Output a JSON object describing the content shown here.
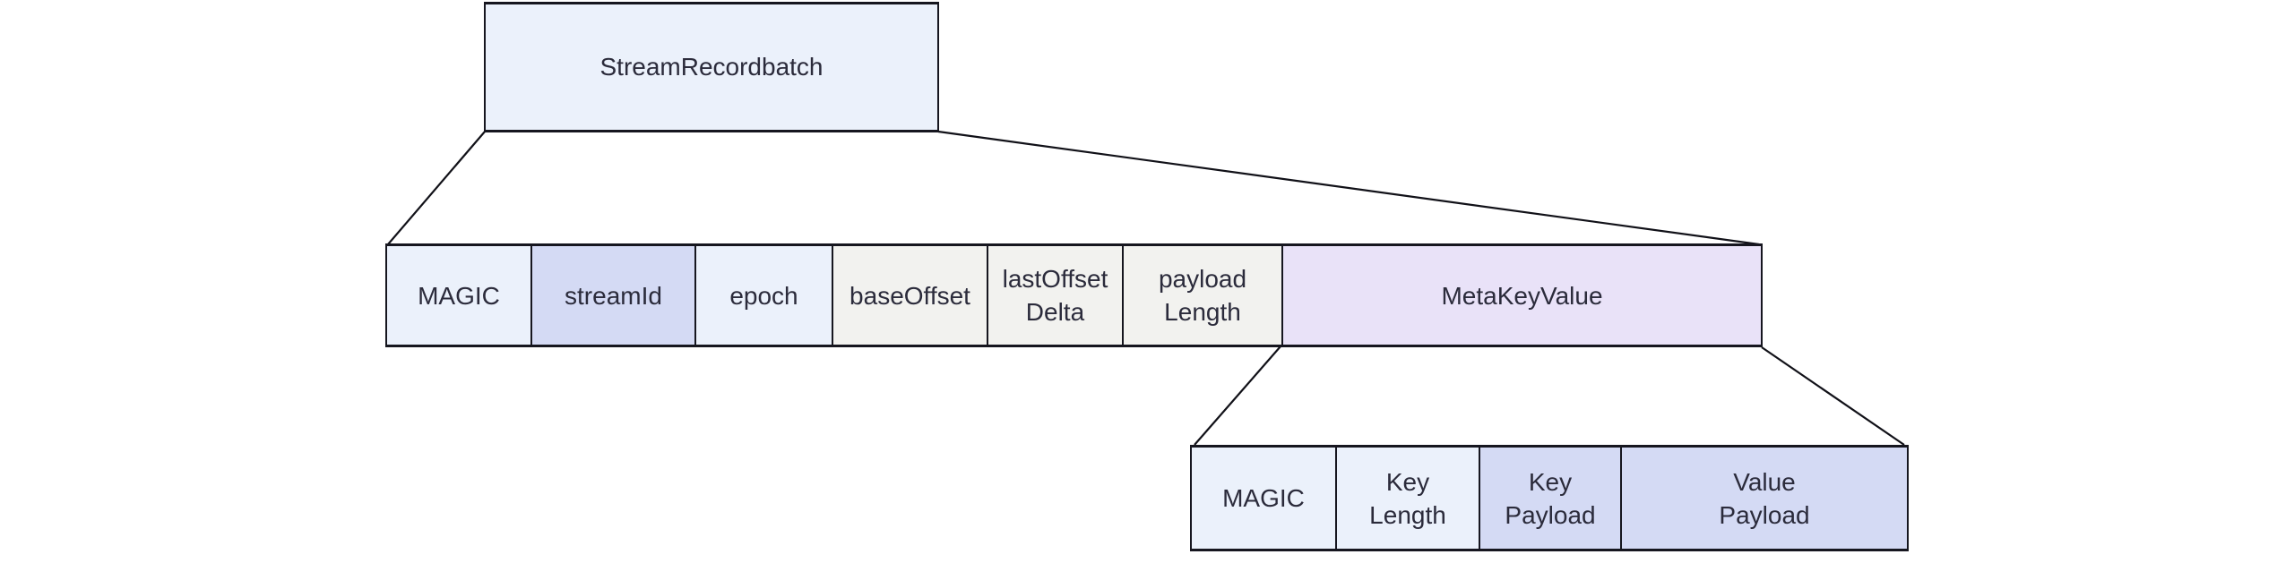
{
  "colors": {
    "background": "#ffffff",
    "border": "#16161f",
    "connector_line": "#111118",
    "text": "#2b2b3b",
    "light_blue": "#ebf1fb",
    "periwinkle": "#d4daf4",
    "light_gray": "#f2f2ef",
    "lavender": "#e9e2f8"
  },
  "root_node": {
    "label": "StreamRecordbatch",
    "fill": "#ebf1fb"
  },
  "record_batch_row": {
    "cells": [
      {
        "label": "MAGIC",
        "fill": "#ebf1fb"
      },
      {
        "label": "streamId",
        "fill": "#d4daf4"
      },
      {
        "label": "epoch",
        "fill": "#ebf1fb"
      },
      {
        "label": "baseOffset",
        "fill": "#f2f2ef"
      },
      {
        "label": "lastOffset\nDelta",
        "fill": "#f2f2ef"
      },
      {
        "label": "payload\nLength",
        "fill": "#f2f2ef"
      },
      {
        "label": "MetaKeyValue",
        "fill": "#e9e2f8"
      }
    ]
  },
  "meta_key_value_row": {
    "cells": [
      {
        "label": "MAGIC",
        "fill": "#ebf1fb"
      },
      {
        "label": "Key\nLength",
        "fill": "#ebf1fb"
      },
      {
        "label": "Key\nPayload",
        "fill": "#d4daf4"
      },
      {
        "label": "Value\nPayload",
        "fill": "#d4daf4"
      }
    ]
  }
}
